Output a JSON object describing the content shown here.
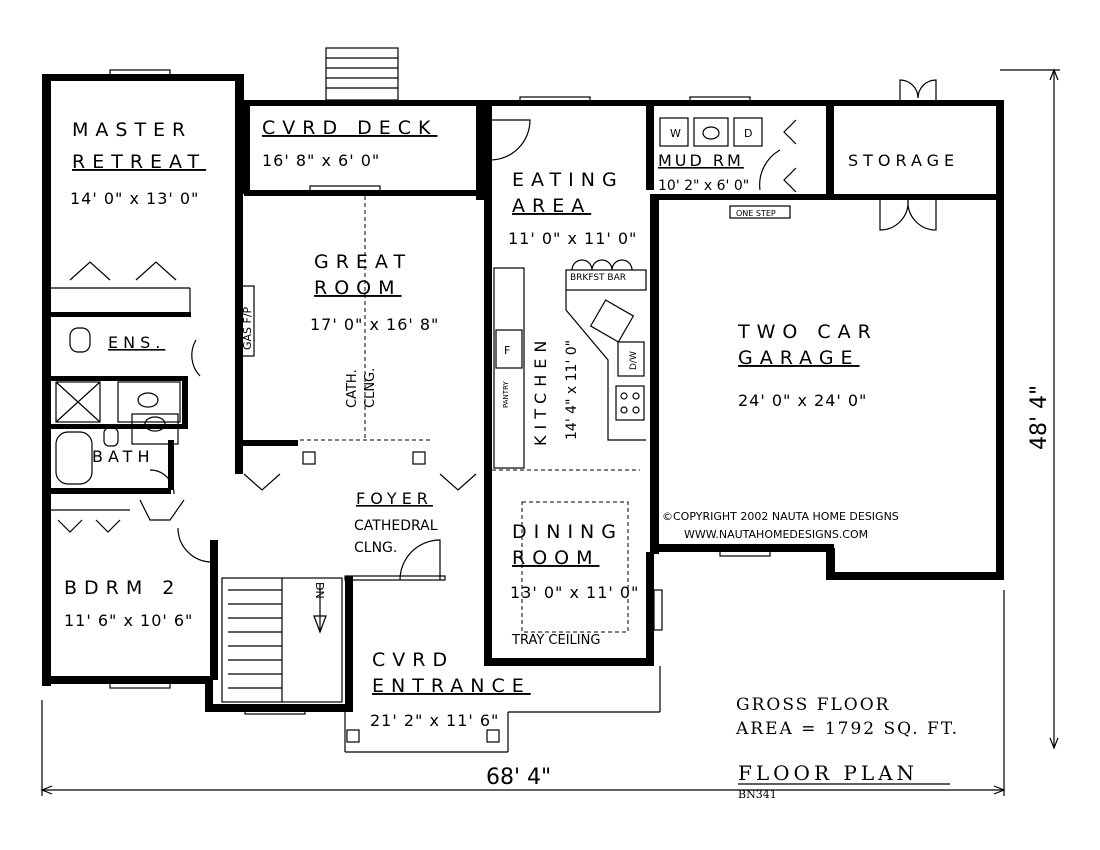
{
  "rooms": {
    "master": {
      "name_1": "MASTER",
      "name_2": "RETREAT",
      "size": "14' 0\" x 13' 0\""
    },
    "deck": {
      "name": "CVRD DECK",
      "size": "16' 8\" x 6' 0\""
    },
    "eating": {
      "name_1": "EATING",
      "name_2": "AREA",
      "size": "11' 0\" x 11' 0\""
    },
    "mud": {
      "name": "MUD RM",
      "size": "10' 2\" x 6' 0\""
    },
    "storage": {
      "name": "STORAGE"
    },
    "great": {
      "name_1": "GREAT",
      "name_2": "ROOM",
      "size": "17' 0\" x 16' 8\""
    },
    "garage": {
      "name_1": "TWO CAR",
      "name_2": "GARAGE",
      "size": "24' 0\" x 24' 0\""
    },
    "ens": {
      "name": "ENS."
    },
    "bath": {
      "name": "BATH"
    },
    "kitchen": {
      "name": "KITCHEN",
      "size": "14' 4\" x 11' 0\""
    },
    "foyer": {
      "name": "FOYER",
      "note_1": "CATHEDRAL",
      "note_2": "CLNG."
    },
    "dining": {
      "name_1": "DINING",
      "name_2": "ROOM",
      "size": "13' 0\" x 11' 0\"",
      "note": "TRAY CEILING"
    },
    "bdrm2": {
      "name": "BDRM 2",
      "size": "11' 6\" x 10' 6\""
    },
    "entrance": {
      "name_1": "CVRD",
      "name_2": "ENTRANCE",
      "size": "21' 2\" x 11' 6\""
    }
  },
  "labels": {
    "brkfst_bar": "BRKFST BAR",
    "one_step": "ONE STEP",
    "gas_fp": "GAS F/P",
    "cath_1": "CATH.",
    "cath_2": "CLNG.",
    "pantry": "PANTRY",
    "fridge": "F",
    "dw": "D/W",
    "dn": "DN",
    "washer": "W",
    "dryer": "D"
  },
  "copyright": {
    "line_1": "©COPYRIGHT 2002 NAUTA HOME DESIGNS",
    "line_2": "WWW.NAUTAHOMEDESIGNS.COM"
  },
  "dimensions": {
    "width": "68' 4\"",
    "depth": "48' 4\""
  },
  "area": {
    "line_1": "GROSS FLOOR",
    "line_2": "AREA = 1792 SQ. FT."
  },
  "title": {
    "main": "FLOOR PLAN",
    "code": "BN341"
  },
  "colors": {
    "ink": "#000000",
    "paper": "#ffffff"
  }
}
